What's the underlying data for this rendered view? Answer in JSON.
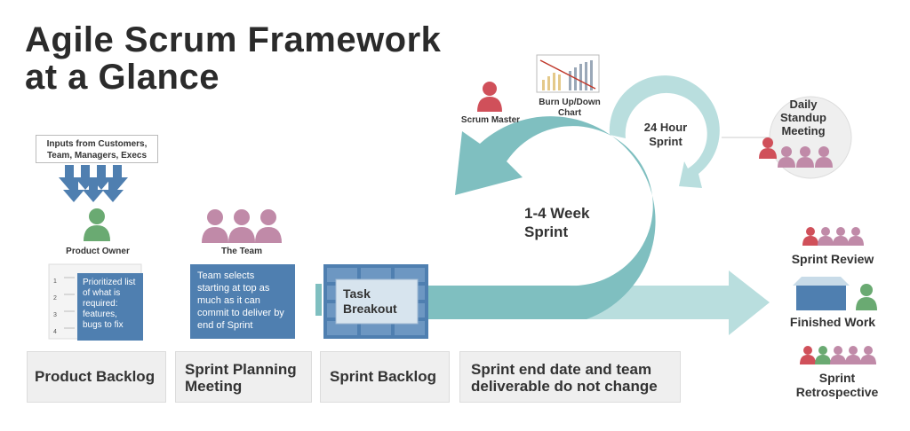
{
  "title": {
    "line1": "Agile Scrum Framework",
    "line2": "at a Glance"
  },
  "inputs": {
    "line1": "Inputs from Customers,",
    "line2": "Team, Managers, Execs"
  },
  "product_owner": "Product Owner",
  "the_team": "The Team",
  "backlog_list": {
    "numbers": [
      "1",
      "2",
      "3",
      "4"
    ],
    "text": "Prioritized list of what is required: features, bugs to fix"
  },
  "team_selects": "Team selects starting at top as much as it can commit to deliver by end of Sprint",
  "task_breakout": {
    "line1": "Task",
    "line2": "Breakout"
  },
  "scrum_master": "Scrum Master",
  "burn_chart": {
    "line1": "Burn Up/Down",
    "line2": "Chart"
  },
  "sprint_24": {
    "line1": "24 Hour",
    "line2": "Sprint"
  },
  "daily_standup": {
    "line1": "Daily",
    "line2": "Standup",
    "line3": "Meeting"
  },
  "sprint_week": {
    "line1": "1-4 Week",
    "line2": "Sprint"
  },
  "sprint_review": "Sprint Review",
  "finished_work": "Finished Work",
  "sprint_retro": {
    "line1": "Sprint",
    "line2": "Retrospective"
  },
  "bottom": {
    "product_backlog": "Product Backlog",
    "sprint_planning": {
      "line1": "Sprint Planning",
      "line2": "Meeting"
    },
    "sprint_backlog": "Sprint Backlog",
    "sprint_end": {
      "line1": "Sprint end date and team",
      "line2": "deliverable do not change"
    }
  },
  "colors": {
    "teal": "#7fbfc0",
    "teal_light": "#b9dede",
    "blue": "#4f7fb0",
    "person_purple": "#c08aa8",
    "person_red": "#d0505a",
    "person_green": "#6aaa72"
  }
}
